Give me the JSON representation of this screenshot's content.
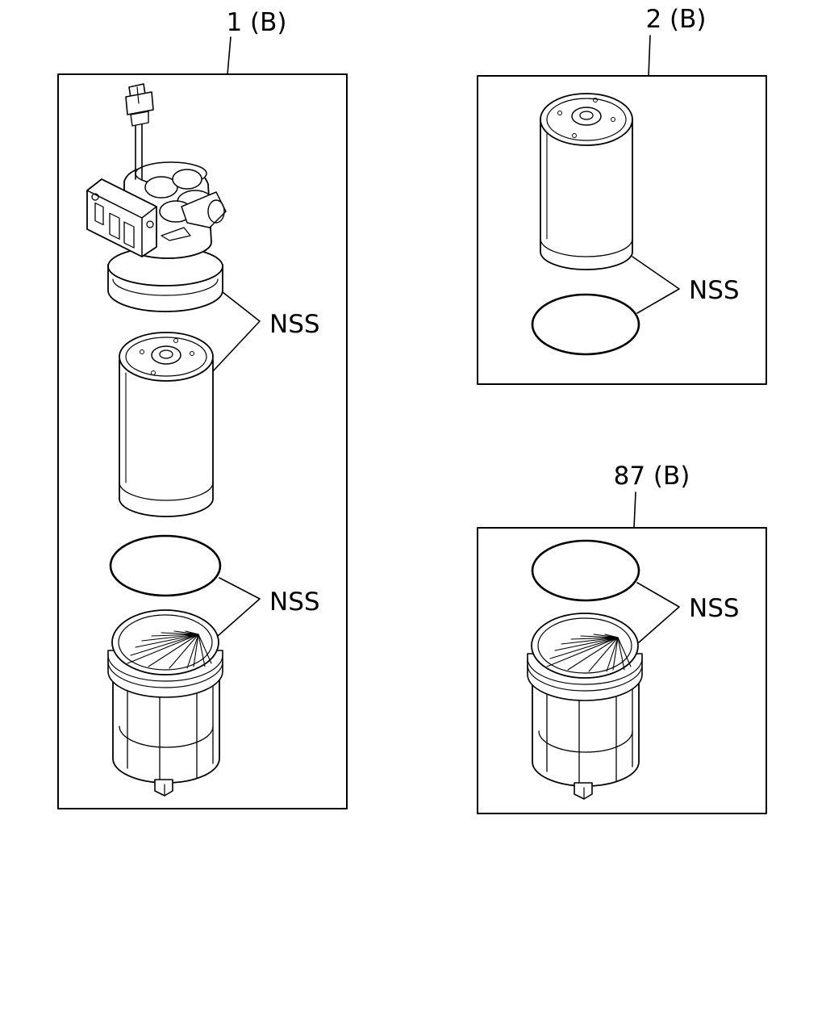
{
  "labels": {
    "group1": "1 (B)",
    "group2": "2 (B)",
    "group87": "87 (B)",
    "nss": "NSS"
  },
  "colors": {
    "ink": "#000000",
    "paper": "#ffffff"
  }
}
